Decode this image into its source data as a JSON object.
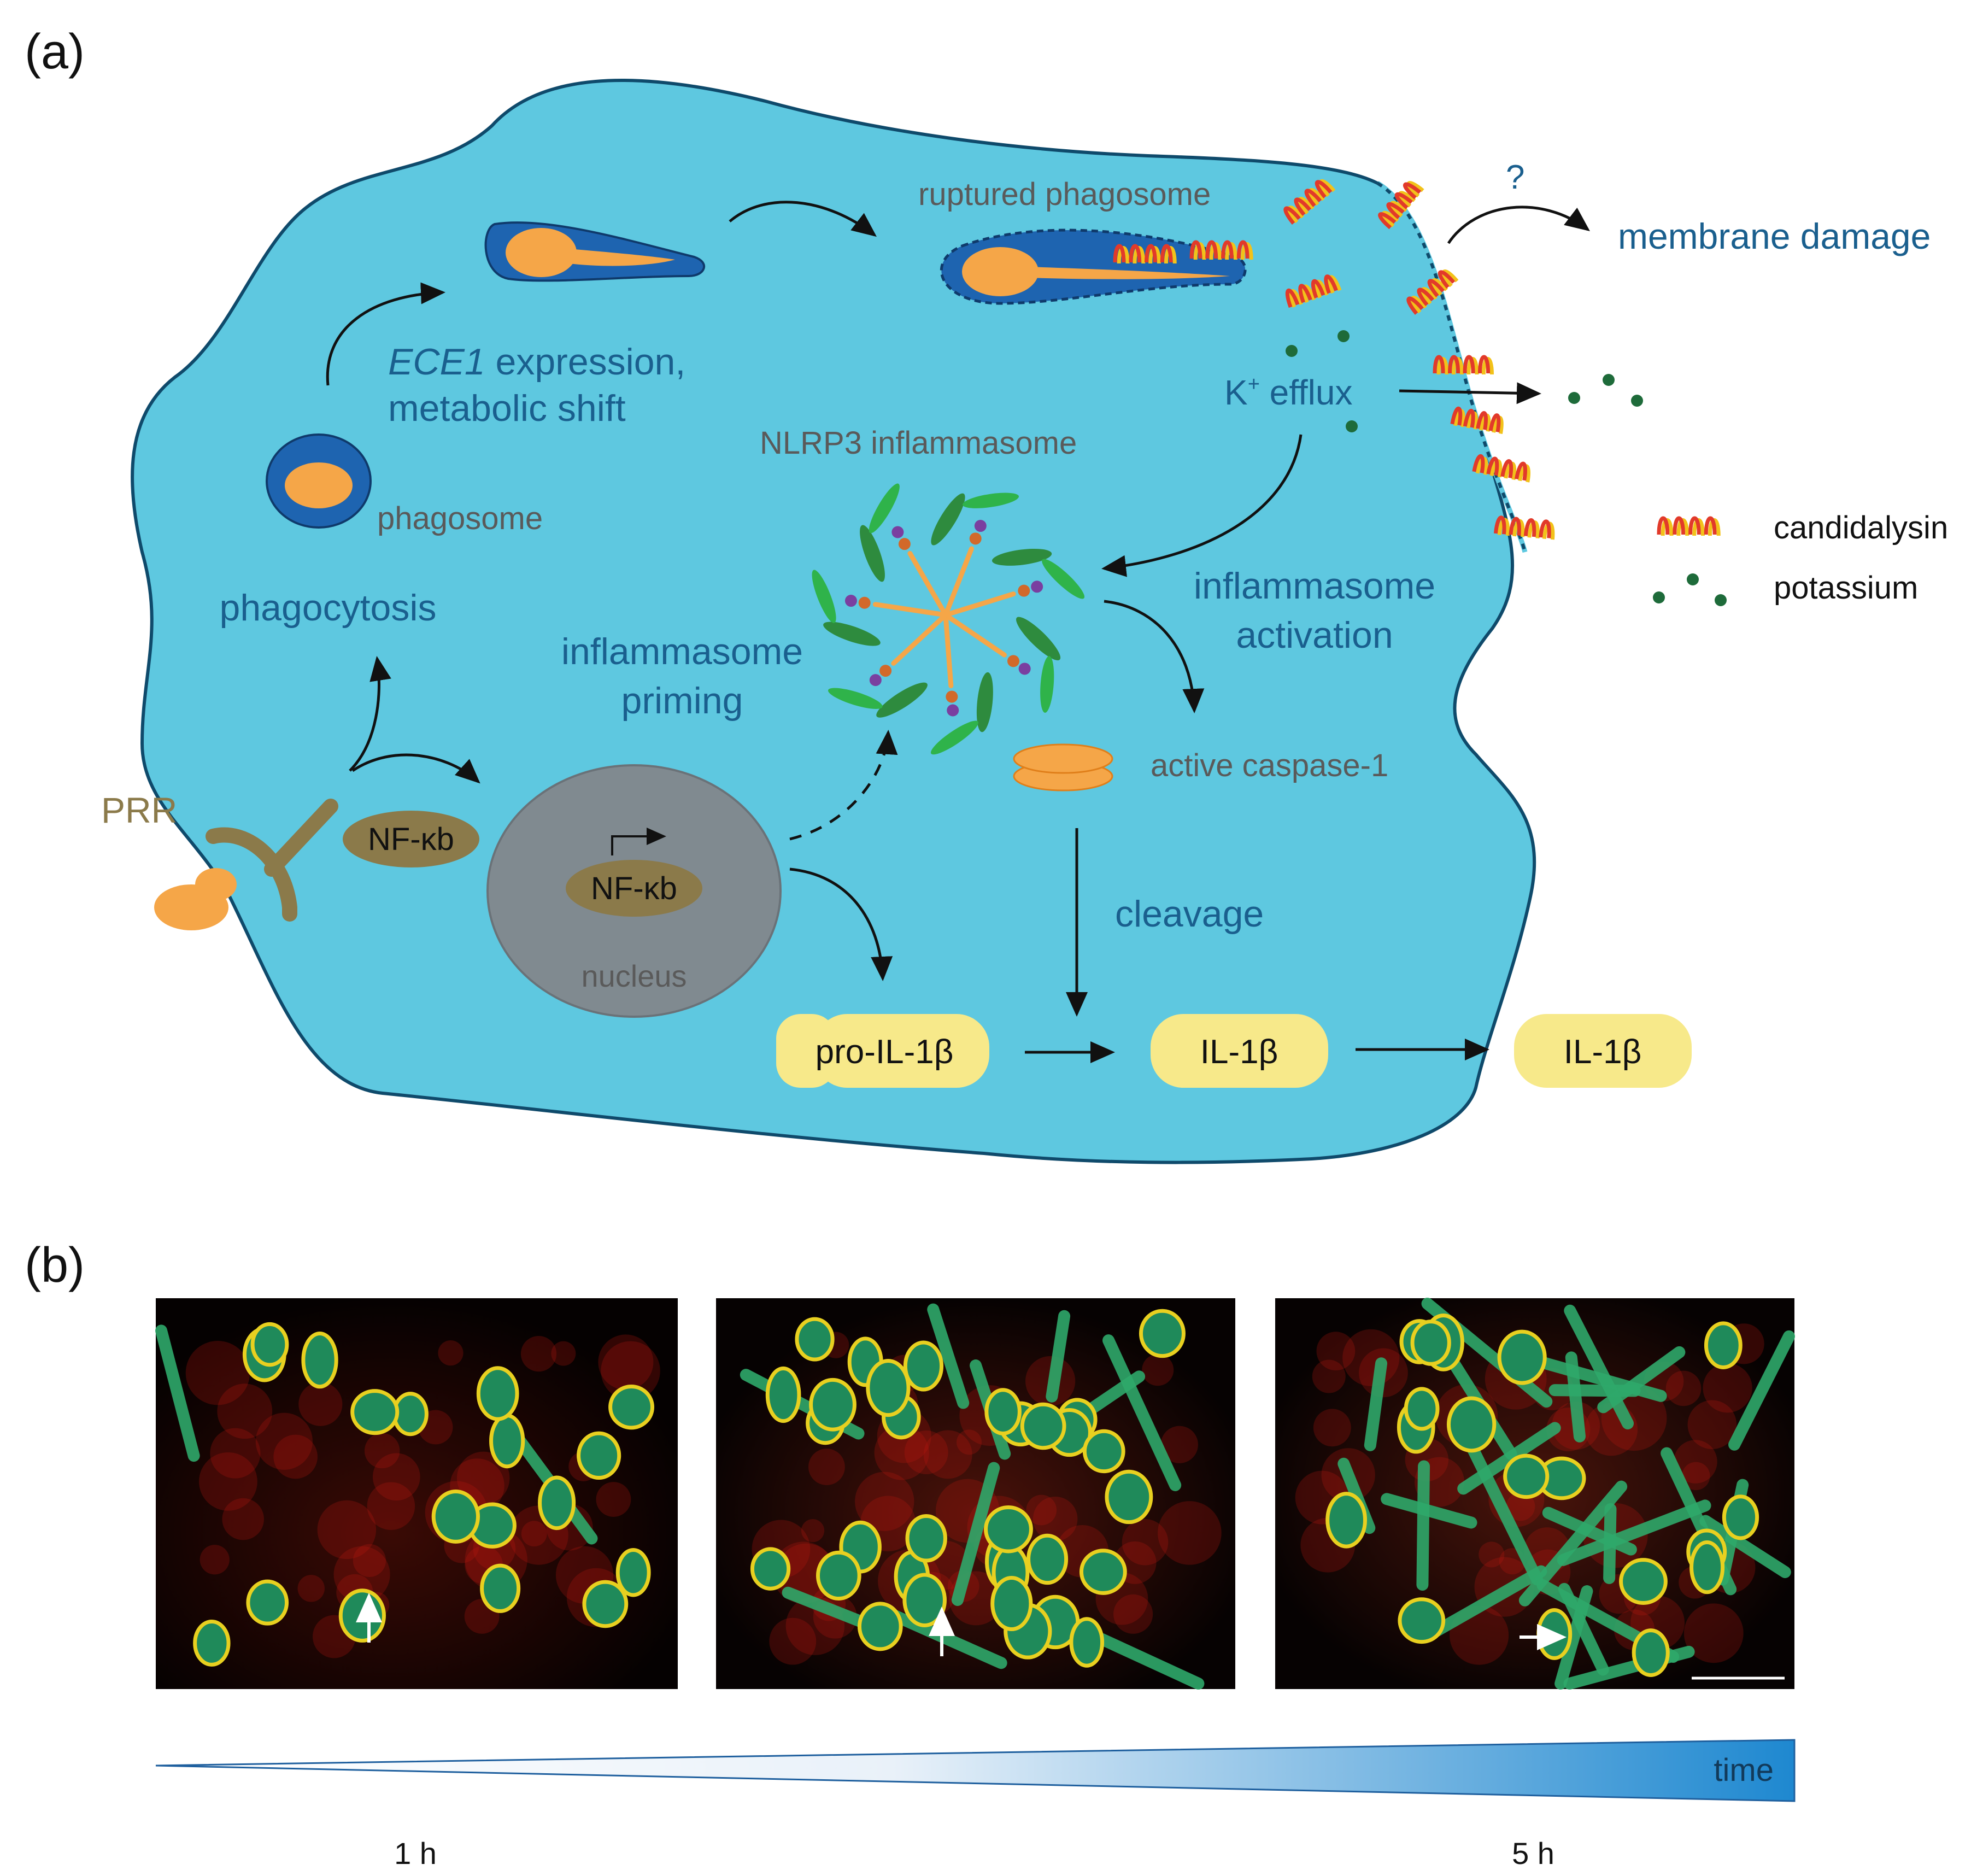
{
  "panel_a": {
    "label": "(a)",
    "ruptured_phagosome": "ruptured phagosome",
    "question_mark": "?",
    "membrane_damage": "membrane damage",
    "ece1_italic": "ECE1",
    "ece1_rest": " expression,",
    "metabolic_shift": "metabolic shift",
    "k_efflux_k": "K",
    "k_efflux_sup": "+",
    "k_efflux_rest": " efflux",
    "nlrp3": "NLRP3 inflammasome",
    "phagosome": "phagosome",
    "phagocytosis": "phagocytosis",
    "priming_1": "inflammasome",
    "priming_2": "priming",
    "activation_1": "inflammasome",
    "activation_2": "activation",
    "active_caspase": "active caspase-1",
    "prr": "PRR",
    "nfkb_cyto": "NF-κb",
    "nfkb_nucleus": "NF-κb",
    "nucleus": "nucleus",
    "cleavage": "cleavage",
    "pro_il1b": "pro-IL-1β",
    "il1b_inside": "IL-1β",
    "il1b_outside": "IL-1β",
    "legend": [
      {
        "icon": "candidalysin-icon",
        "label": "candidalysin"
      },
      {
        "icon": "potassium-icon",
        "label": "potassium"
      }
    ]
  },
  "panel_b": {
    "label": "(b)",
    "timebar_label": "time",
    "time_start": "1 h",
    "time_end": "5 h"
  },
  "colors": {
    "cell": "#5ec8e0",
    "cell_outline": "#0f4a6b",
    "text_blue": "#1a5f8e",
    "yeast": "#f5a648",
    "phagosome": "#1e64b0",
    "nucleus": "#808a90",
    "nfkb": "#8b7a4a",
    "il1b": "#f7e98a",
    "potassium": "#1e6b3a",
    "helix_red": "#e23a2a",
    "helix_yellow": "#f2c21a"
  }
}
